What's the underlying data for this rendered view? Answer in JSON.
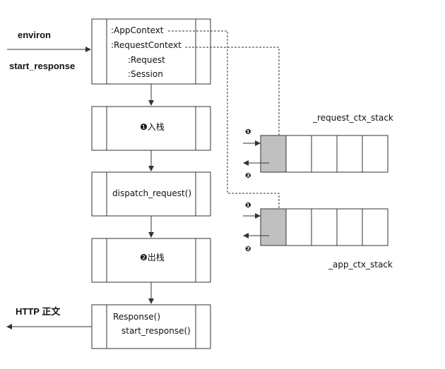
{
  "inputs": {
    "environ": "environ",
    "start_response": "start_response"
  },
  "context_box": {
    "app_context": ":AppContext",
    "request_context": ":RequestContext",
    "request": ":Request",
    "session": ":Session"
  },
  "steps": {
    "push": "❶入栈",
    "dispatch": "dispatch_request()",
    "pop": "❷出栈"
  },
  "response_box": {
    "line1": "Response()",
    "line2": "start_response()"
  },
  "output": {
    "http_body": "HTTP 正文"
  },
  "stacks": {
    "request_ctx_stack": {
      "name": "_request_ctx_stack",
      "push_marker": "❶",
      "pop_marker": "❷",
      "cells": 5,
      "top_cell_shaded": true
    },
    "app_ctx_stack": {
      "name": "_app_ctx_stack",
      "push_marker": "❶",
      "pop_marker": "❷",
      "cells": 5,
      "top_cell_shaded": true
    }
  },
  "colors": {
    "line": "#333333",
    "shaded_cell": "#c0c0c0"
  }
}
